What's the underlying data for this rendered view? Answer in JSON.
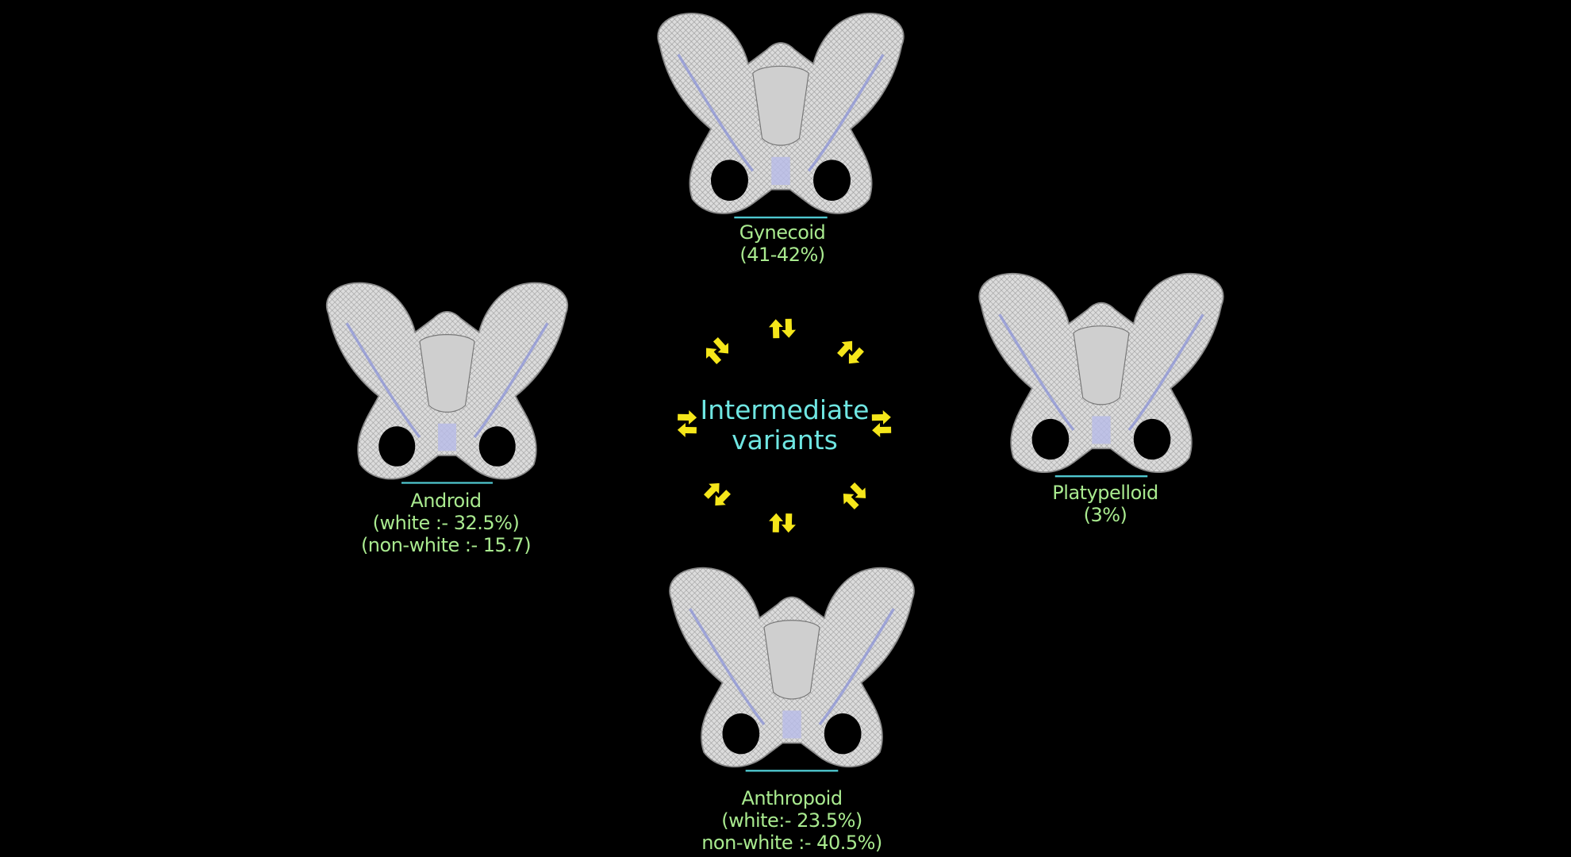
{
  "center": {
    "line1": "Intermediate",
    "line2": "variants"
  },
  "types": [
    {
      "id": "gynecoid",
      "name": "Gynecoid",
      "lines": [
        "(41-42%)"
      ]
    },
    {
      "id": "android",
      "name": "Android",
      "lines": [
        "(white :- 32.5%)",
        "(non-white :- 15.7)"
      ]
    },
    {
      "id": "platypelloid",
      "name": "Platypelloid",
      "lines": [
        "(3%)"
      ]
    },
    {
      "id": "anthropoid",
      "name": "Anthropoid",
      "lines": [
        "(white:- 23.5%)",
        "non-white :- 40.5%)"
      ]
    }
  ],
  "colors": {
    "background": "#000000",
    "label": "#a9ea8f",
    "center_label": "#6fe6e2",
    "arrow": "#f5e61a",
    "bone": "#d9d9d9",
    "annotation_blue": "#2233cc",
    "annotation_red": "#e05050"
  },
  "arrow_icon": "double-arrow-icon"
}
